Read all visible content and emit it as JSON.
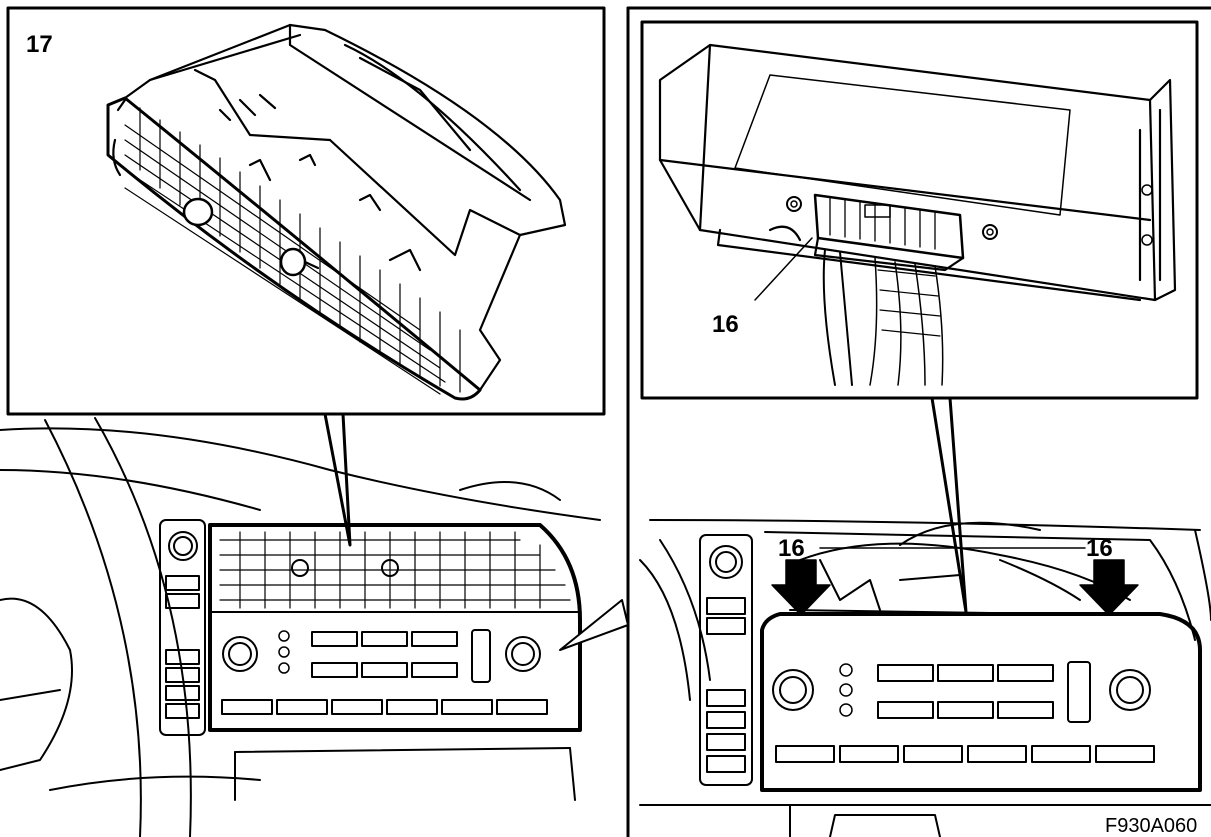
{
  "labels": {
    "inset_left": "17",
    "inset_right_connector": "16",
    "arrow_left": "16",
    "arrow_right": "16"
  },
  "figure_code": "F930A060"
}
